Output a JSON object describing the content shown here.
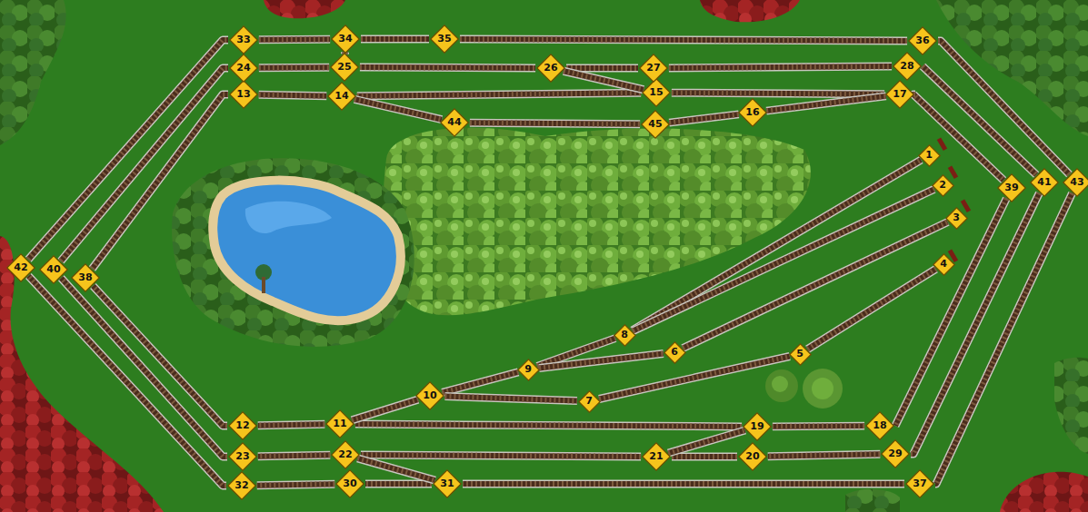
{
  "diagram": {
    "nodes": [
      {
        "text": [
          "1"
        ]
      },
      {
        "text": [
          "2"
        ]
      },
      {
        "text": [
          "3"
        ]
      },
      {
        "text": [
          "4"
        ]
      },
      {
        "text": [
          "5"
        ]
      },
      {
        "text": [
          "6"
        ]
      },
      {
        "text": [
          "7"
        ]
      },
      {
        "text": [
          "8"
        ]
      },
      {
        "text": [
          "9"
        ]
      },
      {
        "text": [
          "10"
        ]
      },
      {
        "text": [
          "11"
        ]
      },
      {
        "text": [
          "12"
        ]
      },
      {
        "text": [
          "13"
        ]
      },
      {
        "text": [
          "14"
        ]
      },
      {
        "text": [
          "15"
        ]
      },
      {
        "text": [
          "16"
        ]
      },
      {
        "text": [
          "17"
        ]
      },
      {
        "text": [
          "18"
        ]
      },
      {
        "text": [
          "19"
        ]
      },
      {
        "text": [
          "20"
        ]
      },
      {
        "text": [
          "21"
        ]
      },
      {
        "text": [
          "22"
        ]
      },
      {
        "text": [
          "23"
        ]
      },
      {
        "text": [
          "24"
        ]
      },
      {
        "text": [
          "25"
        ]
      },
      {
        "text": [
          "26"
        ]
      },
      {
        "text": [
          "27"
        ]
      },
      {
        "text": [
          "28"
        ]
      },
      {
        "text": [
          "29"
        ]
      },
      {
        "text": [
          "30"
        ]
      },
      {
        "text": [
          "31"
        ]
      },
      {
        "text": [
          "32"
        ]
      },
      {
        "text": [
          "33"
        ]
      },
      {
        "text": [
          "34"
        ]
      },
      {
        "text": [
          "35"
        ]
      },
      {
        "text": [
          "36"
        ]
      },
      {
        "text": [
          "37"
        ]
      },
      {
        "text": [
          "38"
        ]
      },
      {
        "text": [
          "39"
        ]
      },
      {
        "text": [
          "40"
        ]
      },
      {
        "text": [
          "41"
        ]
      },
      {
        "text": [
          "42"
        ]
      },
      {
        "text": [
          "43"
        ]
      },
      {
        "text": [
          "44"
        ]
      },
      {
        "text": [
          "45"
        ]
      }
    ],
    "edges": [
      {
        "from": 32,
        "to": 33,
        "arrow": "none"
      },
      {
        "from": 33,
        "to": 34,
        "arrow": "none"
      },
      {
        "from": 34,
        "to": 35,
        "arrow": "none"
      },
      {
        "from": 35,
        "to": 42,
        "arrow": "none"
      },
      {
        "from": 42,
        "to": 36,
        "arrow": "none"
      },
      {
        "from": 36,
        "to": 30,
        "arrow": "none"
      },
      {
        "from": 30,
        "to": 29,
        "arrow": "none"
      },
      {
        "from": 29,
        "to": 31,
        "arrow": "none"
      },
      {
        "from": 31,
        "to": 41,
        "arrow": "none"
      },
      {
        "from": 41,
        "to": 32,
        "arrow": "none"
      },
      {
        "from": 23,
        "to": 24,
        "arrow": "none"
      },
      {
        "from": 24,
        "to": 25,
        "arrow": "none"
      },
      {
        "from": 25,
        "to": 26,
        "arrow": "none"
      },
      {
        "from": 26,
        "to": 27,
        "arrow": "none"
      },
      {
        "from": 27,
        "to": 40,
        "arrow": "none"
      },
      {
        "from": 40,
        "to": 28,
        "arrow": "none"
      },
      {
        "from": 28,
        "to": 19,
        "arrow": "none"
      },
      {
        "from": 19,
        "to": 20,
        "arrow": "none"
      },
      {
        "from": 20,
        "to": 21,
        "arrow": "none"
      },
      {
        "from": 21,
        "to": 22,
        "arrow": "none"
      },
      {
        "from": 22,
        "to": 39,
        "arrow": "none"
      },
      {
        "from": 39,
        "to": 23,
        "arrow": "none"
      },
      {
        "from": 12,
        "to": 13,
        "arrow": "none"
      },
      {
        "from": 13,
        "to": 14,
        "arrow": "none"
      },
      {
        "from": 14,
        "to": 16,
        "arrow": "none"
      },
      {
        "from": 16,
        "to": 38,
        "arrow": "none"
      },
      {
        "from": 38,
        "to": 17,
        "arrow": "none"
      },
      {
        "from": 17,
        "to": 18,
        "arrow": "none"
      },
      {
        "from": 18,
        "to": 10,
        "arrow": "none"
      },
      {
        "from": 10,
        "to": 11,
        "arrow": "none"
      },
      {
        "from": 11,
        "to": 37,
        "arrow": "none"
      },
      {
        "from": 37,
        "to": 12,
        "arrow": "none"
      },
      {
        "from": 13,
        "to": 43,
        "arrow": "none"
      },
      {
        "from": 43,
        "to": 44,
        "arrow": "none"
      },
      {
        "from": 44,
        "to": 15,
        "arrow": "none"
      },
      {
        "from": 15,
        "to": 16,
        "arrow": "none"
      },
      {
        "from": 24,
        "to": 33,
        "arrow": "none"
      },
      {
        "from": 25,
        "to": 14,
        "arrow": "none"
      },
      {
        "from": 21,
        "to": 30,
        "arrow": "none"
      },
      {
        "from": 20,
        "to": 18,
        "arrow": "none"
      },
      {
        "from": 10,
        "to": 9,
        "arrow": "none"
      },
      {
        "from": 9,
        "to": 8,
        "arrow": "none"
      },
      {
        "from": 8,
        "to": 7,
        "arrow": "none"
      },
      {
        "from": 7,
        "to": 0,
        "arrow": "none"
      },
      {
        "from": 7,
        "to": 1,
        "arrow": "none"
      },
      {
        "from": 8,
        "to": 5,
        "arrow": "none"
      },
      {
        "from": 5,
        "to": 2,
        "arrow": "none"
      },
      {
        "from": 9,
        "to": 6,
        "arrow": "none"
      },
      {
        "from": 6,
        "to": 4,
        "arrow": "none"
      },
      {
        "from": 4,
        "to": 3,
        "arrow": "none"
      }
    ]
  }
}
